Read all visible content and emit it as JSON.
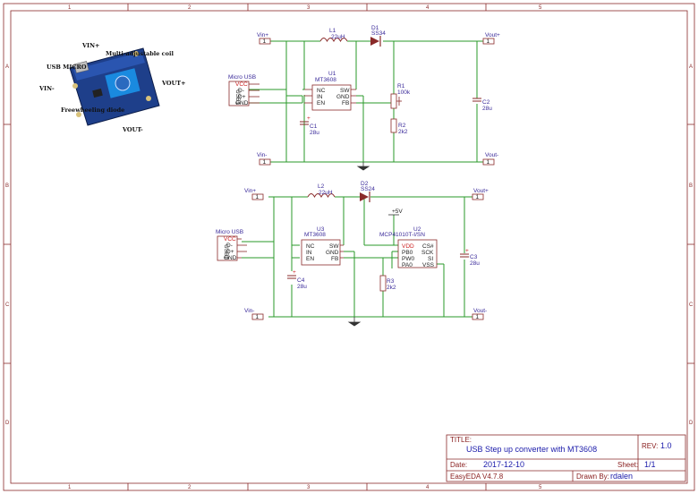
{
  "frame": {
    "columns": [
      "1",
      "2",
      "3",
      "4",
      "5"
    ],
    "rows": [
      "A",
      "B",
      "C",
      "D"
    ]
  },
  "module_photo": {
    "labels": [
      "VIN+",
      "Multi-adjustable coil",
      "USB MICRO",
      "VOUT+",
      "VIN-",
      "Freewheeling diode",
      "VOUT-"
    ]
  },
  "circuit_top": {
    "vin_plus": "Vin+",
    "vin_minus": "Vin-",
    "vout_plus": "Vout+",
    "vout_minus": "Vout-",
    "inductor_ref": "L1",
    "inductor_val": "22uH",
    "diode_ref": "D1",
    "diode_val": "SS34",
    "ic_ref": "U1",
    "ic_val": "MT3608",
    "ic_pins_left": [
      "NC",
      "IN",
      "EN"
    ],
    "ic_pins_right": [
      "SW",
      "GND",
      "FB"
    ],
    "r1_ref": "R1",
    "r1_val": "100k",
    "r2_ref": "R2",
    "r2_val": "2k2",
    "c1_ref": "C1",
    "c1_val": "28u",
    "c2_ref": "C2",
    "c2_val": "28u",
    "usb_label": "Micro USB",
    "usb_vcc": "VCC",
    "usb_pins": [
      "D-",
      "D+",
      "GND"
    ],
    "usb_side": "USB1",
    "pin_one": "1"
  },
  "circuit_bottom": {
    "vin_plus": "Vin+",
    "vin_minus": "Vin-",
    "vout_plus": "Vout+",
    "vout_minus": "Vout-",
    "inductor_ref": "L2",
    "inductor_val": "22uH",
    "diode_ref": "D2",
    "diode_val": "SS24",
    "ic_ref": "U3",
    "ic_val": "MT3608",
    "ic_pins_left": [
      "NC",
      "IN",
      "EN"
    ],
    "ic_pins_right": [
      "SW",
      "GND",
      "FB"
    ],
    "pot_ref": "U2",
    "pot_val": "MCP41010T-I/SN",
    "pot_pins_left": [
      "VDD",
      "PB0",
      "PW0",
      "PA0"
    ],
    "pot_pins_right": [
      "CS#",
      "SCK",
      "SI",
      "VSS"
    ],
    "supply": "+5V",
    "r3_ref": "R3",
    "r3_val": "2k2",
    "c4_ref": "C4",
    "c4_val": "28u",
    "c3_ref": "C3",
    "c3_val": "28u",
    "usb_label": "Micro USB",
    "usb_vcc": "VCC",
    "usb_pins": [
      "D-",
      "D+",
      "GND"
    ],
    "usb_side": "USB2",
    "pin_one": "1"
  },
  "title_block": {
    "title_label": "TITLE:",
    "title": "USB Step up converter with MT3608",
    "rev_label": "REV:",
    "rev": "1.0",
    "date_label": "Date:",
    "date": "2017-12-10",
    "sheet_label": "Sheet:",
    "sheet": "1/1",
    "tool": "EasyEDA V4.7.8",
    "drawn_label": "Drawn By:",
    "drawn": "rdalen"
  },
  "colors": {
    "wire": "#2a9a2a",
    "border": "#8a2a2a",
    "text": "#3a2a9a",
    "red_text": "#cc2222"
  }
}
